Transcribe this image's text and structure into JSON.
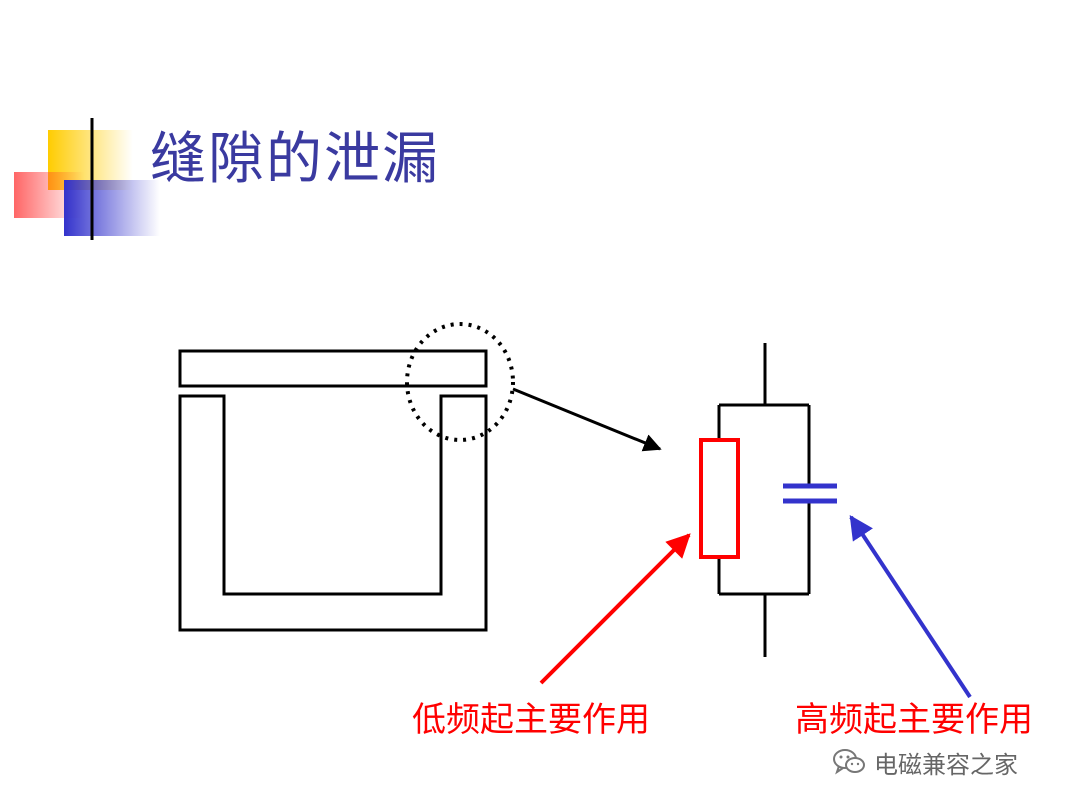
{
  "slide": {
    "title": "缝隙的泄漏",
    "label_low_frequency": "低频起主要作用",
    "label_high_frequency": "高频起主要作用",
    "watermark": "电磁兼容之家"
  },
  "colors": {
    "title": "#3a3aa0",
    "resistor": "#ff0000",
    "capacitor": "#3333cc",
    "red_arrow": "#ff0000",
    "blue_arrow": "#3333cc",
    "deco_yellow": "#ffcc00",
    "deco_red": "#ff3333",
    "deco_blue": "#3333cc"
  },
  "icons": {
    "watermark_logo": "wechat-icon"
  }
}
